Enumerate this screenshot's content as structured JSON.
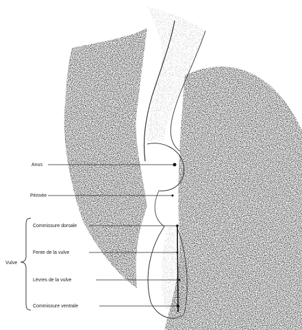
{
  "labels": {
    "anus": "Anus",
    "perinee": "Périnée",
    "commissure_dorsale": "Commissure dorsale",
    "fente_vulve": "Fente de la vulve",
    "levres_vulve": "Lèvres de la vulve",
    "commissure_ventrale": "Commissure ventrale",
    "vulve": "Vulve"
  }
}
